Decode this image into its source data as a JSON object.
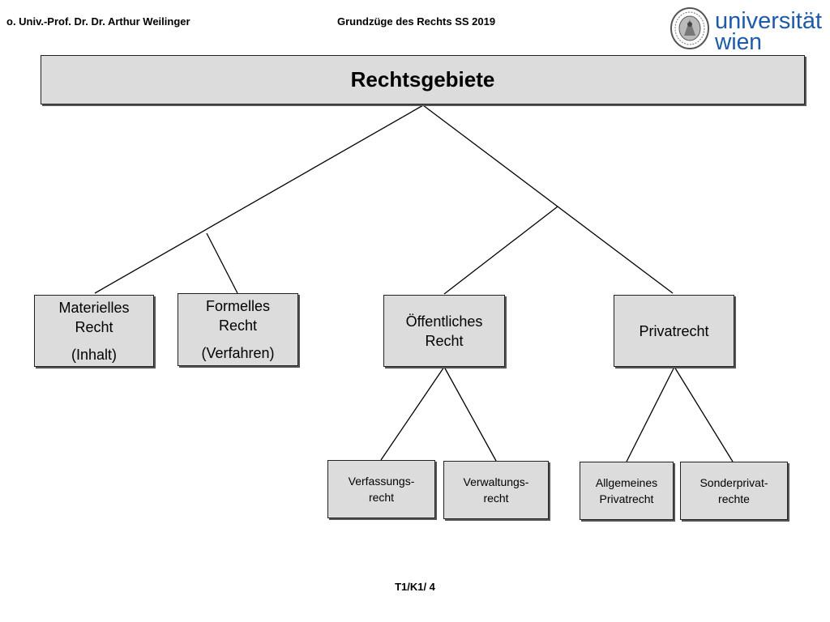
{
  "header": {
    "author": "o. Univ.-Prof. Dr. Dr. Arthur Weilinger",
    "course": "Grundzüge des Rechts SS 2019",
    "logo_line1": "universität",
    "logo_line2": "wien"
  },
  "footer": {
    "page": "T1/K1/ 4"
  },
  "colors": {
    "box_fill": "#dcdcdc",
    "logo_blue": "#1d5aa8",
    "line": "#000000"
  },
  "diagram": {
    "root": "Rechtsgebiete",
    "materielles": {
      "line1": "Materielles",
      "line2": "Recht",
      "line3": "(Inhalt)"
    },
    "formelles": {
      "line1": "Formelles",
      "line2": "Recht",
      "line3": "(Verfahren)"
    },
    "oeffentliches": {
      "line1": "Öffentliches",
      "line2": "Recht"
    },
    "privatrecht": {
      "line1": "Privatrecht"
    },
    "verfassung": {
      "line1": "Verfassungs-",
      "line2": "recht"
    },
    "verwaltung": {
      "line1": "Verwaltungs-",
      "line2": "recht"
    },
    "allgemeines": {
      "line1": "Allgemeines",
      "line2": "Privatrecht"
    },
    "sonder": {
      "line1": "Sonderprivat-",
      "line2": "rechte"
    }
  }
}
